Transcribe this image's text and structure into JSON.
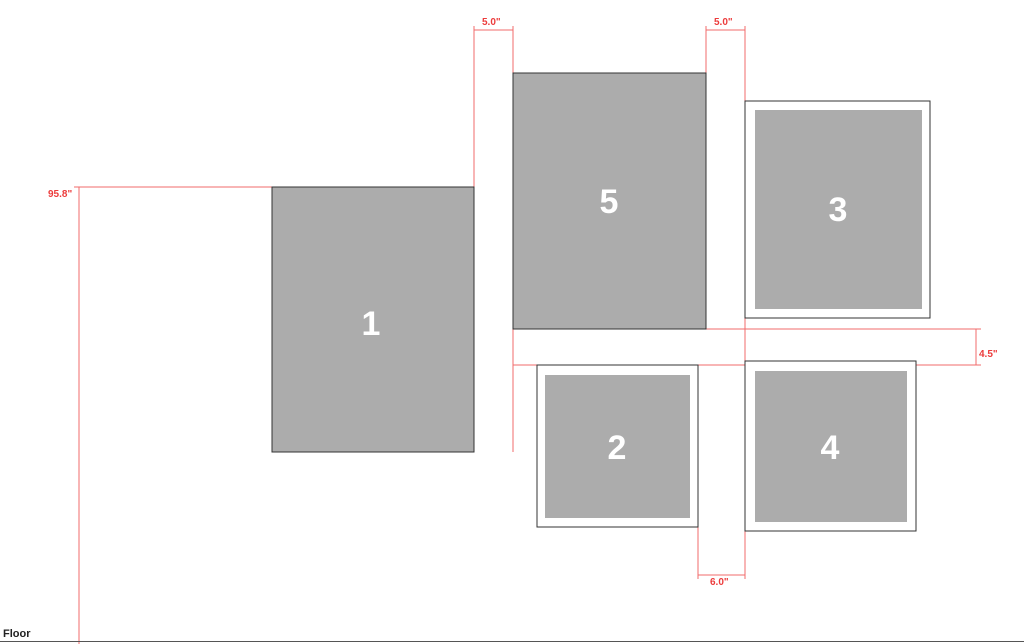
{
  "floor": {
    "label": "Floor"
  },
  "frames": [
    {
      "id": "1",
      "label": "1",
      "matted": false
    },
    {
      "id": "2",
      "label": "2",
      "matted": true
    },
    {
      "id": "3",
      "label": "3",
      "matted": true
    },
    {
      "id": "4",
      "label": "4",
      "matted": true
    },
    {
      "id": "5",
      "label": "5",
      "matted": false
    }
  ],
  "dimensions": {
    "height_from_floor": "95.8\"",
    "gap_1_5": "5.0\"",
    "gap_5_3": "5.0\"",
    "gap_vertical": "4.5\"",
    "gap_2_4": "6.0\""
  },
  "colors": {
    "frame_fill": "#acacac",
    "frame_border": "#333333",
    "mat": "#ffffff",
    "dimension": "#ec3b3b",
    "floor_line": "#555555"
  }
}
